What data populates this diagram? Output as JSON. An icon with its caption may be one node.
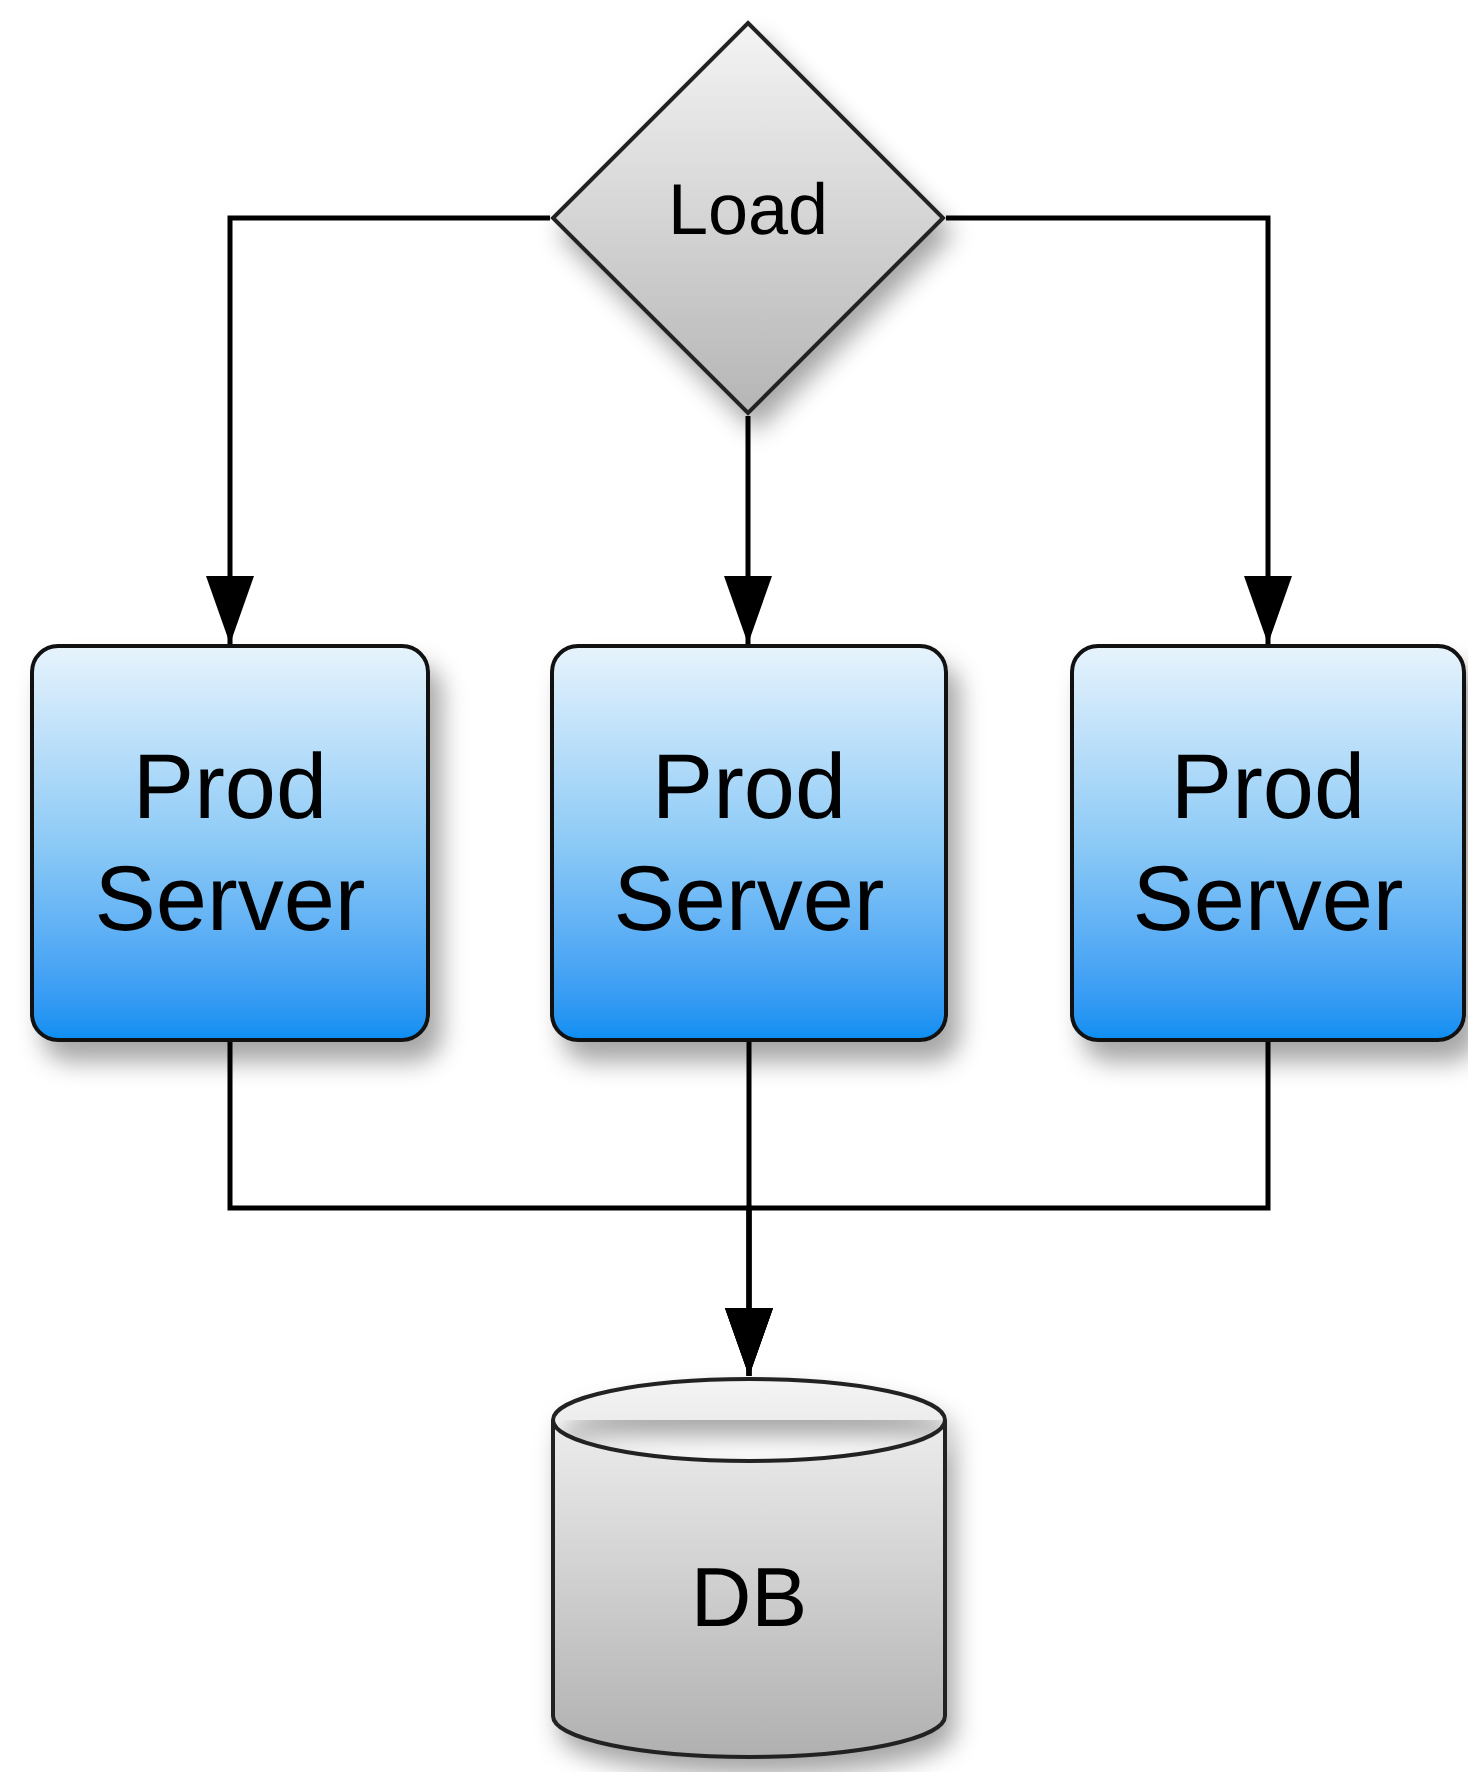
{
  "diagram": {
    "nodes": [
      {
        "text": [
          "Load"
        ]
      },
      {
        "text": [
          "Prod Server"
        ]
      },
      {
        "text": [
          "Prod Server"
        ]
      },
      {
        "text": [
          "Prod Server"
        ]
      },
      {
        "text": [
          "DB"
        ]
      }
    ],
    "edges": [
      {
        "from": 0,
        "to": 1,
        "arrow": "to"
      },
      {
        "from": 0,
        "to": 2,
        "arrow": "to"
      },
      {
        "from": 0,
        "to": 3,
        "arrow": "to"
      },
      {
        "from": 1,
        "to": 4,
        "arrow": "to"
      },
      {
        "from": 2,
        "to": 4,
        "arrow": "to"
      },
      {
        "from": 3,
        "to": 4,
        "arrow": "to"
      }
    ]
  }
}
